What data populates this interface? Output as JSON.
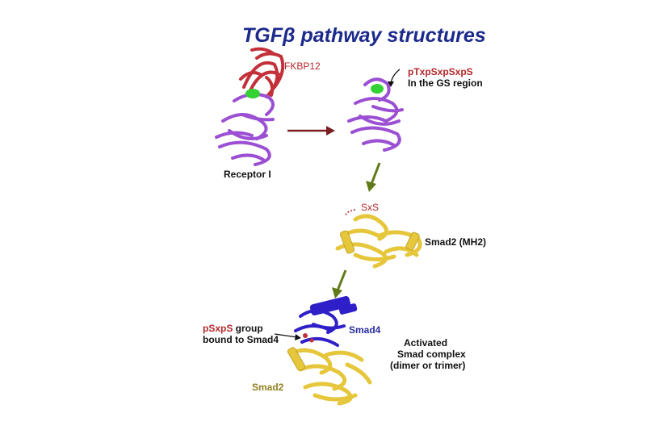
{
  "title": {
    "main": "TGF",
    "beta": "β",
    "rest": " pathway structures"
  },
  "labels": {
    "fkbp12": "FKBP12",
    "receptor": "Receptor I",
    "ptxps_line1": "pTxpSxpSxpS",
    "ptxps_line2": "In the GS region",
    "sxs": "SxS",
    "smad2_mh2": "Smad2 (MH2)",
    "psxps": "pSxpS",
    "psxps_group": " group",
    "bound": "bound to Smad4",
    "smad4": "Smad4",
    "activated1": "Activated",
    "activated2": "Smad complex",
    "activated3": "(dimer or trimer)",
    "smad2": "Smad2"
  },
  "colors": {
    "title": "#1c2a8c",
    "fkbp12": "#c3303a",
    "receptor": "#9b4fd3",
    "phospho": "#33d133",
    "smad2": "#e6c63a",
    "smad4": "#2f1fc8",
    "arrow_red": "#7a1f1f",
    "arrow_green": "#5f7a16"
  }
}
